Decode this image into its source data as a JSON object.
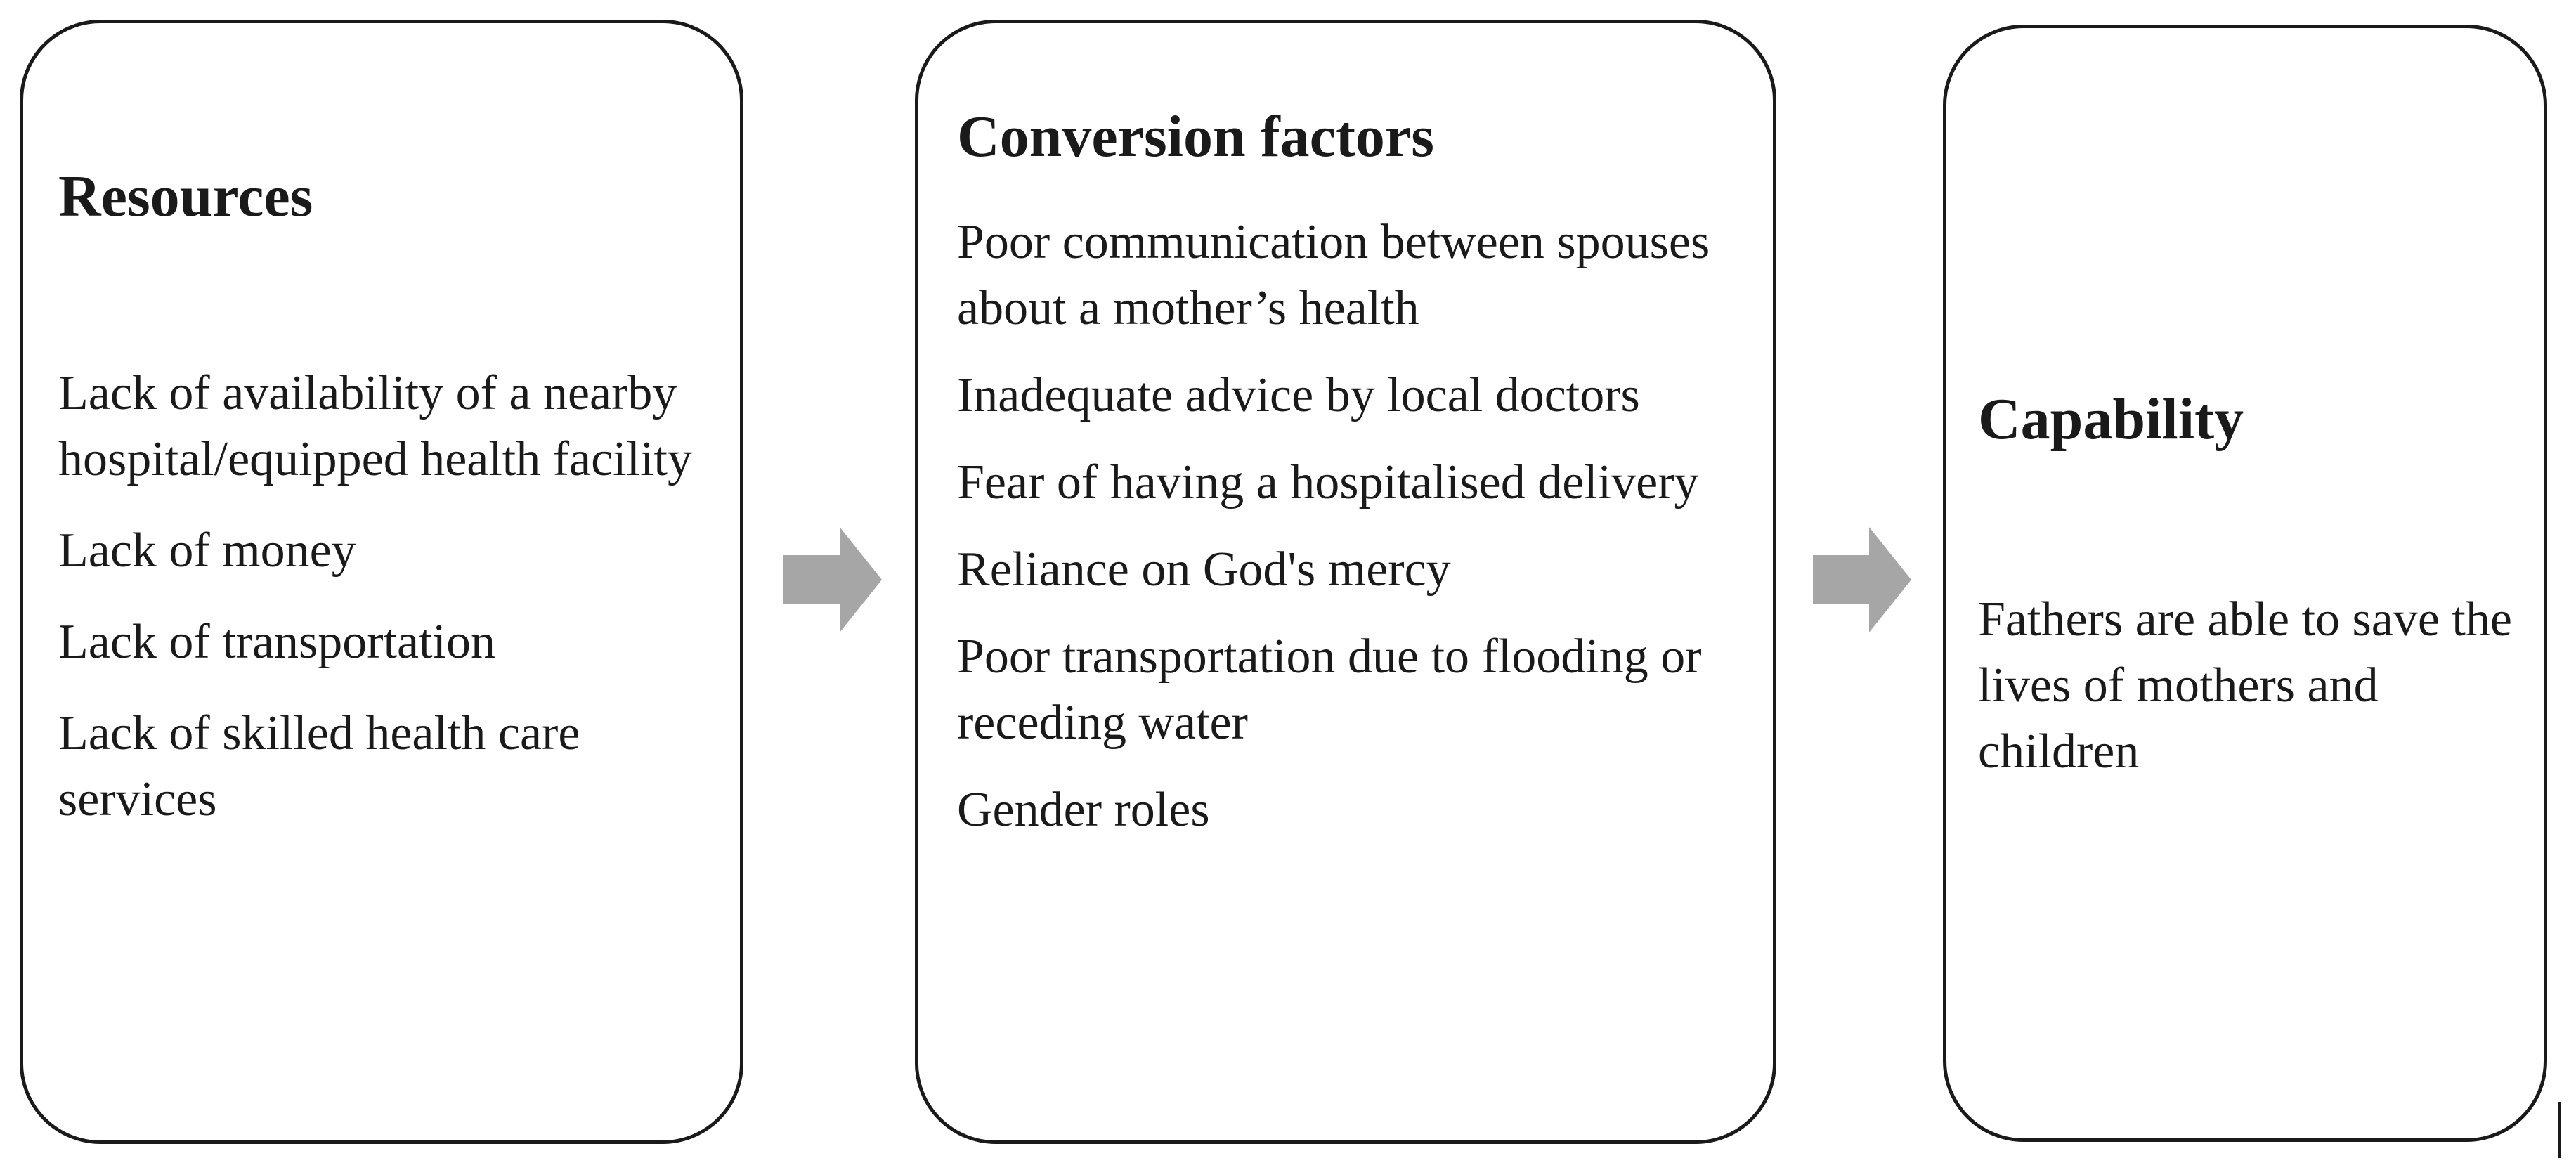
{
  "resources": {
    "title": "Resources",
    "items": [
      "Lack of availability of a nearby hospital/equipped health facility",
      "Lack of money",
      "Lack of transportation",
      "Lack of skilled health care services"
    ]
  },
  "conversion_factors": {
    "title": "Conversion factors",
    "items": [
      "Poor communication between spouses about a mother’s health",
      "Inadequate advice by local doctors",
      "Fear of having a hospitalised delivery",
      "Reliance on God's mercy",
      "Poor transportation due to flooding or receding water",
      "Gender roles"
    ]
  },
  "capability": {
    "title": "Capability",
    "text": "Fathers are able to save the lives of mothers and children"
  },
  "icons": {
    "arrow_1": "right-arrow-icon",
    "arrow_2": "right-arrow-icon"
  },
  "colors": {
    "border": "#1a1a1a",
    "arrow": "#a6a6a6",
    "text": "#1a1a1a"
  }
}
